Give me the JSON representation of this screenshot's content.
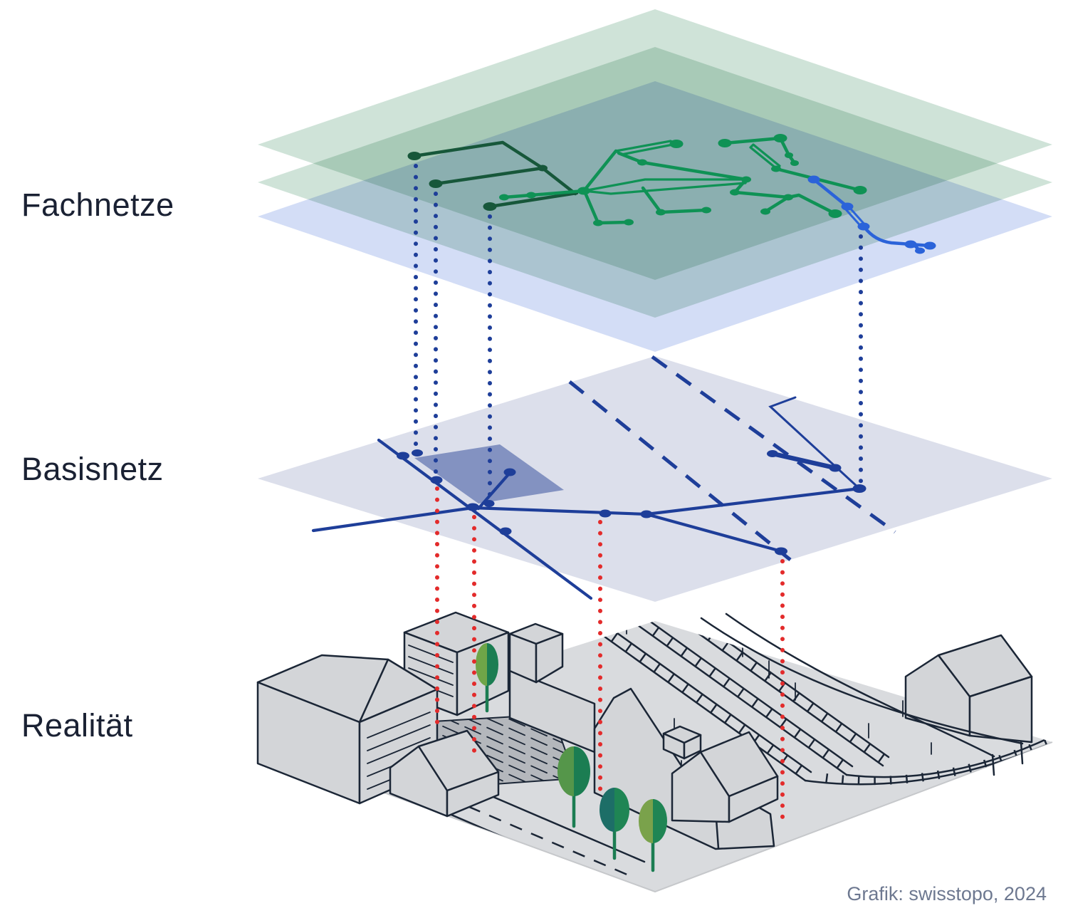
{
  "layers": [
    {
      "id": "fachnetze",
      "label": "Fachnetze"
    },
    {
      "id": "basisnetz",
      "label": "Basisnetz"
    },
    {
      "id": "realitaet",
      "label": "Realität"
    }
  ],
  "credit": "Grafik: swisstopo, 2024",
  "colors": {
    "background": "#ffffff",
    "label_text": "#1a2133",
    "credit_text": "#6d7890",
    "plane_green": "#cfe3d8",
    "plane_blue": "#d3ddf6",
    "basis_plane": "#dcdfeb",
    "basis_highlight": "#8392c1",
    "network_green": "#0f9255",
    "network_green_dark": "#17573a",
    "network_blue": "#2b63d9",
    "network_navy": "#1e3e99",
    "connector_blue": "#1e3e99",
    "connector_red": "#e32b2b",
    "building_fill": "#d3d5d8",
    "building_stroke": "#1b2636",
    "parking_fill": "#b4b7bc",
    "tree_green_light": "#6fa548",
    "tree_green_dark": "#1b7d52",
    "tree_teal": "#1d6e67"
  },
  "diagram": {
    "type": "layered-3d-schematic",
    "stack": [
      {
        "layer": "Fachnetze",
        "planes": 3,
        "plane_colors": [
          "green",
          "green",
          "blue"
        ],
        "networks": [
          {
            "color": "dark-green",
            "nodes": 4
          },
          {
            "color": "green",
            "nodes": 20,
            "double_line_loops": 3
          },
          {
            "color": "blue",
            "nodes": 6,
            "double_line_loops": 1
          }
        ]
      },
      {
        "layer": "Basisnetz",
        "planes": 1,
        "highlight_parcel": true,
        "solid_network_nodes": 13,
        "dashed_lines": 2
      },
      {
        "layer": "Realität",
        "content": [
          "buildings",
          "railway tracks",
          "roads",
          "trees",
          "parking area"
        ]
      }
    ],
    "connectors": [
      {
        "color": "blue",
        "style": "dotted",
        "count": 4,
        "from": "Fachnetze",
        "to": "Basisnetz"
      },
      {
        "color": "red",
        "style": "dotted",
        "count": 4,
        "from": "Basisnetz",
        "to": "Realität"
      }
    ]
  }
}
